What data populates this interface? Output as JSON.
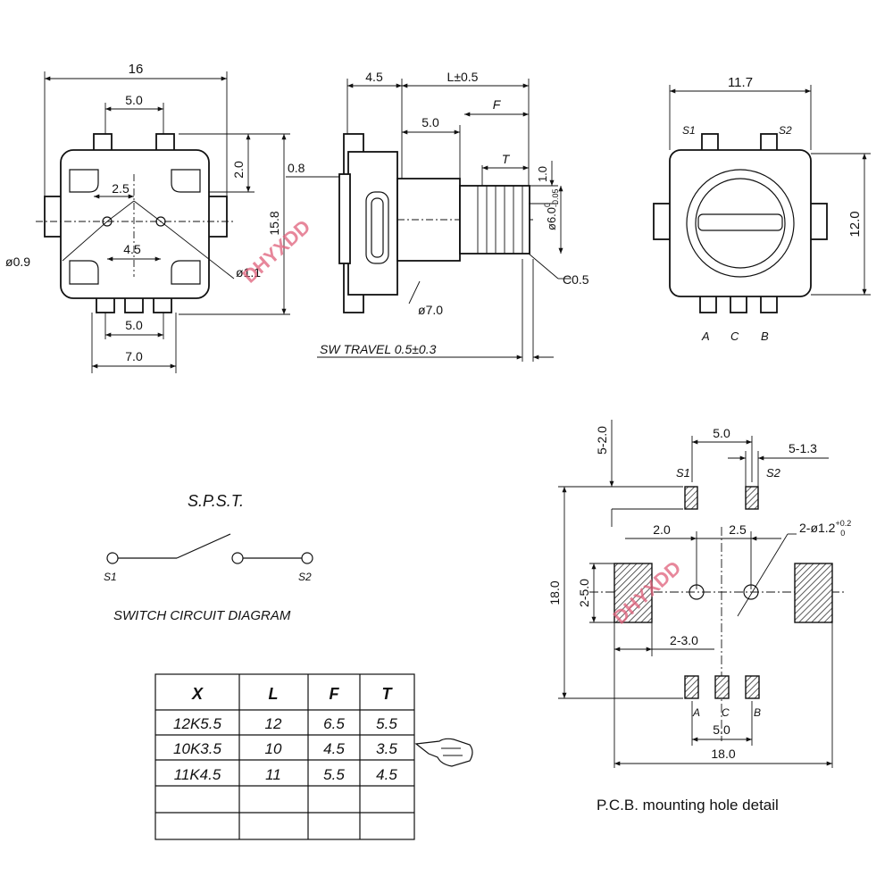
{
  "watermark": "DHYXDD",
  "front_view": {
    "dims": {
      "width_total": "16",
      "top_pin_pitch": "5.0",
      "hole_spacing_top": "2.5",
      "hole_spacing_mid": "4.5",
      "height": "15.8",
      "top_offset": "2.0",
      "left_dia": "0.9",
      "right_dia": "1.1",
      "bottom_pin_pitch": "5.0",
      "bottom_width": "7.0"
    }
  },
  "side_view": {
    "dims": {
      "flange": "4.5",
      "length": "L±0.5",
      "bushing": "5.0",
      "f": "F",
      "t": "T",
      "gap": "0.8",
      "slot": "1.0",
      "shaft_dia": "6.0",
      "shaft_tol_plus": "0",
      "shaft_tol_minus": "-0.05",
      "chamfer": "C0.5",
      "body": "7.0",
      "sw_travel": "SW TRAVEL 0.5±0.3"
    }
  },
  "rear_view": {
    "dims": {
      "width": "11.7",
      "height": "12.0"
    },
    "pins": {
      "s1": "S1",
      "s2": "S2",
      "a": "A",
      "c": "C",
      "b": "B"
    }
  },
  "circuit": {
    "type_label": "S.P.S.T.",
    "s1": "S1",
    "s2": "S2",
    "caption": "SWITCH CIRCUIT DIAGRAM"
  },
  "table": {
    "headers": [
      "X",
      "L",
      "F",
      "T"
    ],
    "rows": [
      [
        "12K5.5",
        "12",
        "6.5",
        "5.5"
      ],
      [
        "10K3.5",
        "10",
        "4.5",
        "3.5"
      ],
      [
        "11K4.5",
        "11",
        "5.5",
        "4.5"
      ],
      [
        "",
        "",
        "",
        ""
      ],
      [
        "",
        "",
        "",
        ""
      ]
    ]
  },
  "pcb": {
    "dims": {
      "top_spacing": "5.0",
      "pad_height": "5-2.0",
      "pad_width": "5-1.3",
      "left_offset": "2.0",
      "right_offset": "2.5",
      "hole": "2-ø1.2",
      "hole_tol_plus": "+0.2",
      "hole_tol_minus": "0",
      "total_height": "18.0",
      "mount_height": "2-5.0",
      "mount_width": "2-3.0",
      "bottom_spacing": "5.0",
      "total_width": "18.0"
    },
    "pins": {
      "s1": "S1",
      "s2": "S2",
      "a": "A",
      "c": "C",
      "b": "B"
    },
    "caption": "P.C.B.  mounting hole detail"
  }
}
